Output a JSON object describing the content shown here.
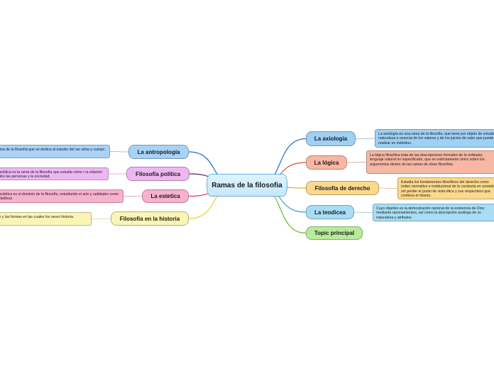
{
  "central": {
    "label": "Ramas de la filosofia",
    "color": "#c6e8fb"
  },
  "right_topics": [
    {
      "id": "axiologia",
      "label": "La axiologia",
      "color": "#9fd0f5",
      "line": "#1f6fc4",
      "note": "La axiología es una rama de la filosofía, que tiene por objeto de estudio la naturaleza o esencia de los valores y de los juicios de valor que puede realizar un individuo."
    },
    {
      "id": "logica",
      "label": "La lógica",
      "color": "#f7b7a3",
      "line": "#e0522b",
      "note": "La lógica filosófica trata de las descripciones formales de lo ordinario, lenguaje natural no especificado, que es estrictamente único sobre los argumentos dentro de las ramas de otras filosofías."
    },
    {
      "id": "derecho",
      "label": "Filosofía de derecho",
      "color": "#fcd98c",
      "line": "#e8a317",
      "note": "Estudia los fundamentos filosóficos del derecho como orden normativo e institucional de la conducta en sociedad sin perder el punto de vista ético y sus respectivos que conlleva el mismo."
    },
    {
      "id": "teodicea",
      "label": "La teodicea",
      "color": "#a8def5",
      "line": "#2aa0d8",
      "note": "Cuyo objetivo es la demostración racional de la existencia de Dios mediante razonamientos, así como la descripción análoga de su naturaleza y atributos."
    },
    {
      "id": "topic",
      "label": "Topic principal",
      "color": "#b7ec9a",
      "line": "#6fb52c",
      "note": ""
    }
  ],
  "left_topics": [
    {
      "id": "antropologia",
      "label": "La antropología",
      "color": "#a8d2f7",
      "line": "#1f6fc4",
      "note": "rama de la filosofía que se dedica al estudio del ser alma y cuerpo."
    },
    {
      "id": "politica",
      "label": "Filosofía política",
      "color": "#efb7f2",
      "line": "#6b1f6b",
      "note": "a política es la rama de la filosofía que estudia cómo r la relación entre las personas y la sociedad,"
    },
    {
      "id": "estetica",
      "label": "La estetica",
      "color": "#f7b1cf",
      "line": "#e0307a",
      "note": "a estética es el dominio de la filosofía, estudiando el arte y ualidades como la belleza"
    },
    {
      "id": "historia",
      "label": "Filosofía en la historia",
      "color": "#fbf5b5",
      "line": "#e8d42a",
      "note": "illo y las formas en las cuales los seres historia."
    }
  ]
}
